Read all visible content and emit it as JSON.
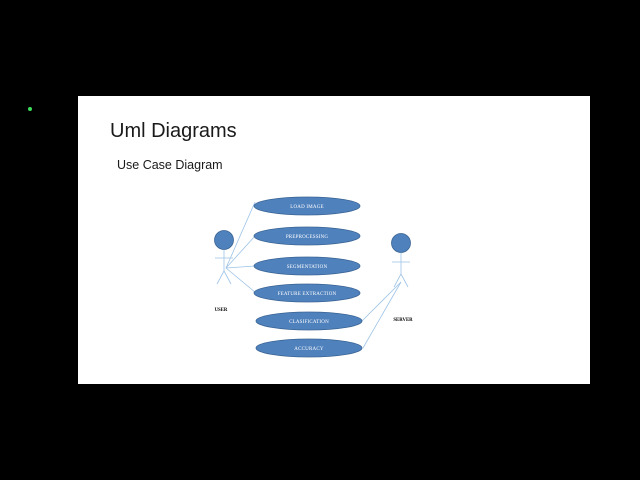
{
  "slide": {
    "title": "Uml Diagrams",
    "subtitle": "Use Case Diagram"
  },
  "diagram": {
    "actors": [
      {
        "id": "user",
        "label": "USER"
      },
      {
        "id": "server",
        "label": "SERVER"
      }
    ],
    "use_cases": [
      {
        "id": "load-image",
        "label": "LOAD IMAGE"
      },
      {
        "id": "preprocessing",
        "label": "PREPROCESSING"
      },
      {
        "id": "segmentation",
        "label": "SEGMENTATION"
      },
      {
        "id": "feature-extraction",
        "label": "FEATURE EXTRACTION"
      },
      {
        "id": "clasification",
        "label": "CLASIFICATION"
      },
      {
        "id": "accuracy",
        "label": "ACCURACY"
      }
    ]
  },
  "colors": {
    "background": "#000000",
    "slide": "#ffffff",
    "use_case_fill": "#4f81bd",
    "use_case_stroke": "#3a6494",
    "connector": "#9dc3e6",
    "indicator_dot": "#3ddc5a"
  }
}
